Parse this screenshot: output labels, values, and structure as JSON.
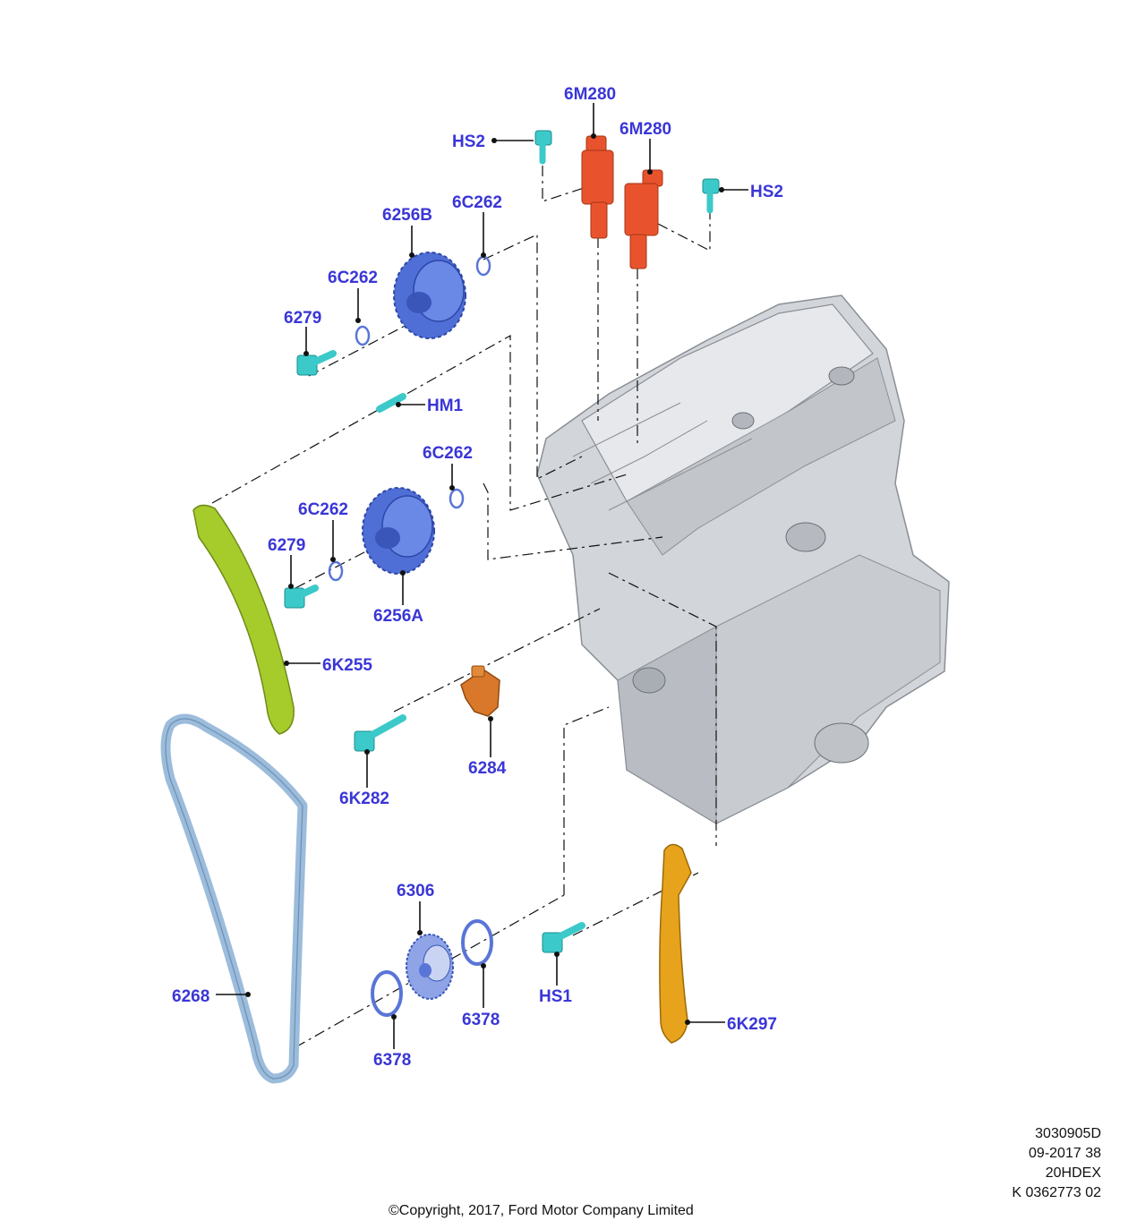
{
  "colors": {
    "callout": "#3a36d6",
    "sprocket": "#4f6fd6",
    "bolt": "#3cc9c9",
    "solenoid": "#e8532e",
    "guide_green": "#a6cc2c",
    "guide_orange": "#e7a31c",
    "chain": "#9cbcdc",
    "tensioner": "#d9782a",
    "engine": "#cfd3d8"
  },
  "callouts": {
    "solenoid_a": "6M280",
    "solenoid_b": "6M280",
    "hs2_left": "HS2",
    "hs2_right": "HS2",
    "camshaft_sprocket_b": "6256B",
    "ring_top_b": "6C262",
    "ring_left_b": "6C262",
    "bolt_b": "6279",
    "dowel": "HM1",
    "ring_top_a": "6C262",
    "ring_left_a": "6C262",
    "bolt_a": "6279",
    "camshaft_sprocket_a": "6256A",
    "guide_left": "6K255",
    "tensioner": "6284",
    "tensioner_bolt": "6K282",
    "crank_sprocket": "6306",
    "washer_front": "6378",
    "washer_rear": "6378",
    "hs1": "HS1",
    "chain": "6268",
    "guide_right": "6K297"
  },
  "meta": {
    "line1": "3030905D",
    "line2": "09-2017 38",
    "line3": "20HDEX",
    "line4": "K 0362773 02"
  },
  "copyright": "©Copyright, 2017, Ford Motor Company Limited"
}
